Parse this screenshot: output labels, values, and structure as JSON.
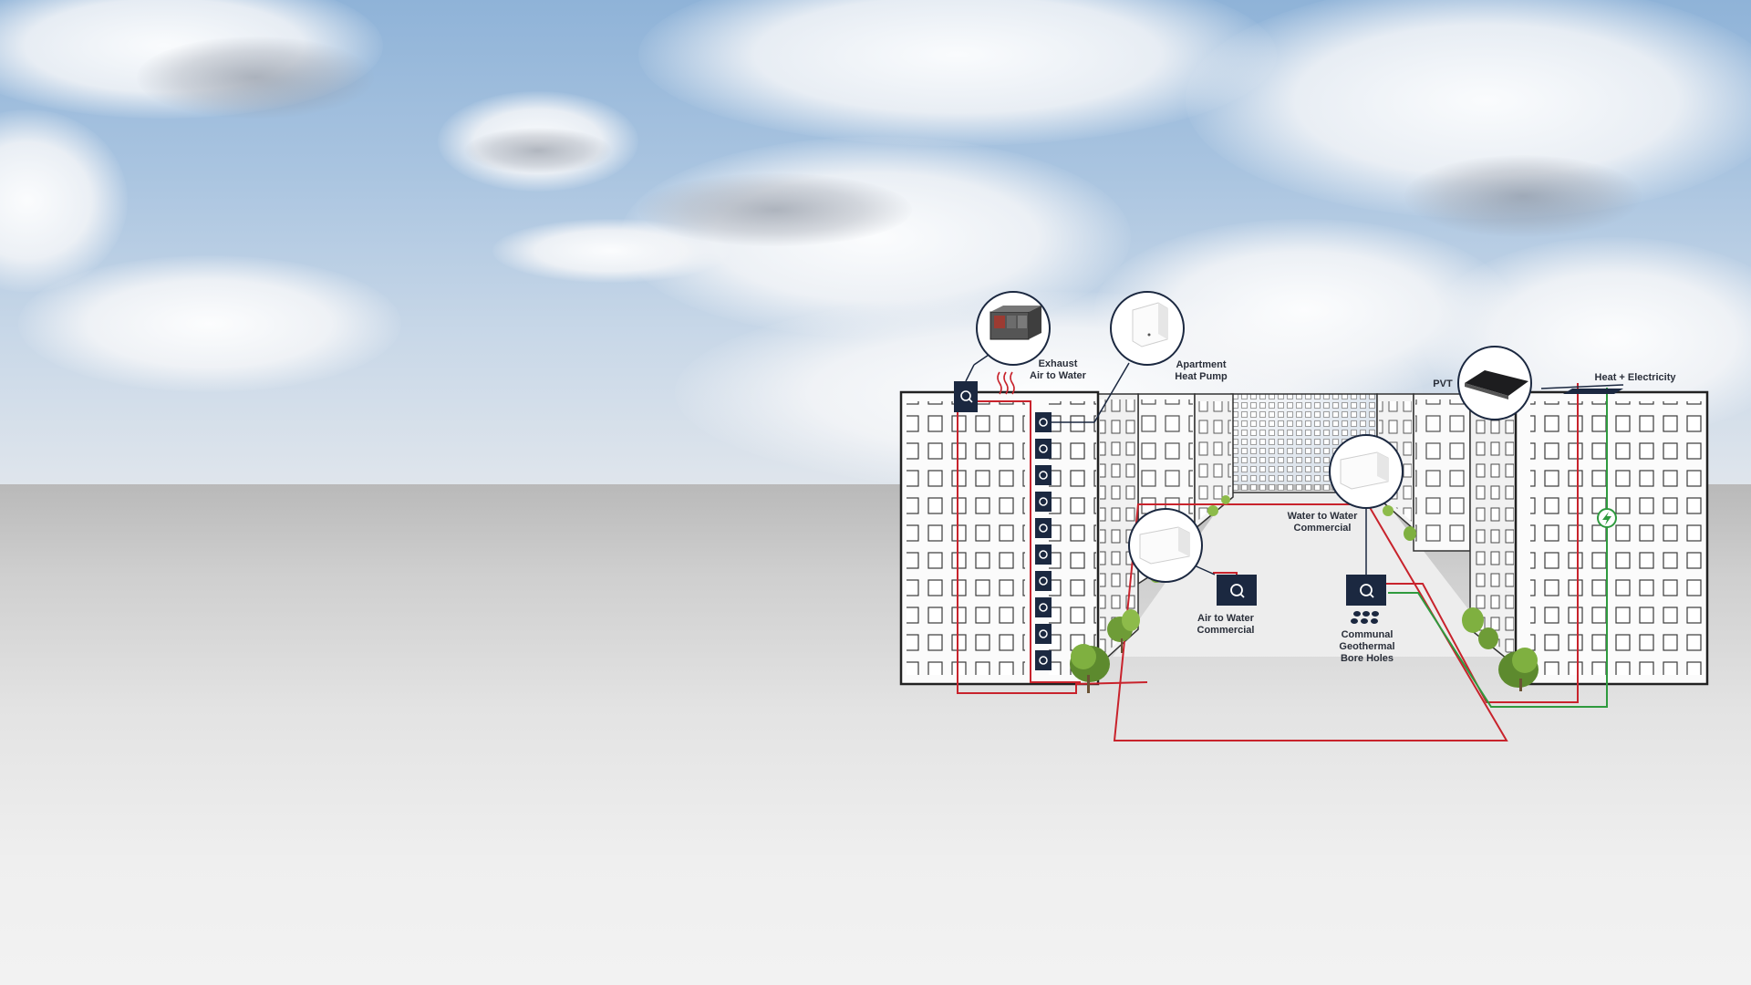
{
  "labels": {
    "exhaust_line1": "Exhaust",
    "exhaust_line2": "Air to Water",
    "apartment_line1": "Apartment",
    "apartment_line2": "Heat Pump",
    "pvt": "PVT",
    "heat_electricity": "Heat + Electricity",
    "water_to_water_line1": "Water to Water",
    "water_to_water_line2": "Commercial",
    "air_to_water_line1": "Air to Water",
    "air_to_water_line2": "Commercial",
    "communal_line1": "Communal",
    "communal_line2": "Geothermal",
    "communal_line3": "Bore Holes"
  },
  "colors": {
    "sky": "#a9c4e0",
    "ground": "#e3e3e3",
    "heat_pipe": "#c8232c",
    "electric_pipe": "#2e9a3e",
    "unit_box": "#1b2840",
    "building_outline": "#2b2b2b"
  },
  "icons": {
    "unit": "heat-pump-unit-icon",
    "lightning": "lightning-icon",
    "heat_waves": "heat-waves-icon",
    "bore_holes": "bore-holes-icon"
  }
}
